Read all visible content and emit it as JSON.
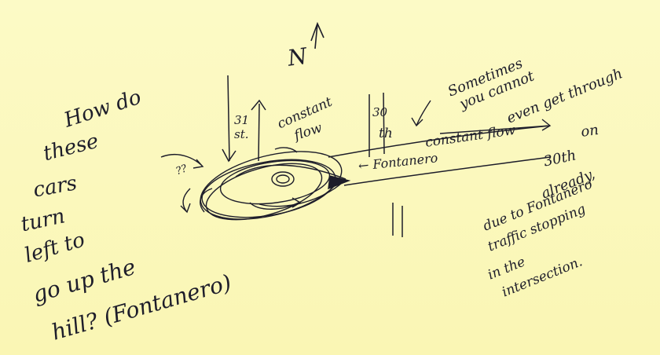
{
  "colors": {
    "paper": "#fbf8bd",
    "ink": "#1d1d2a"
  },
  "north": {
    "letter": "N"
  },
  "question": {
    "lines": [
      "How do",
      "these",
      "cars",
      "turn",
      "left to",
      "go up the",
      "hill? (Fontanero)"
    ]
  },
  "streets": {
    "st31": [
      "31",
      "st."
    ],
    "st30": [
      "30",
      "th"
    ]
  },
  "labels": {
    "constant_flow_top": [
      "constant",
      "flow"
    ],
    "constant_flow_right": "constant flow",
    "fontanero": "← Fontanero",
    "qmarks": "??"
  },
  "note_right": {
    "lines": [
      "Sometimes",
      "you cannot",
      "even get through",
      "on",
      "30th",
      "already,",
      "due to Fontanero",
      "traffic stopping",
      "in the",
      "intersection."
    ]
  }
}
